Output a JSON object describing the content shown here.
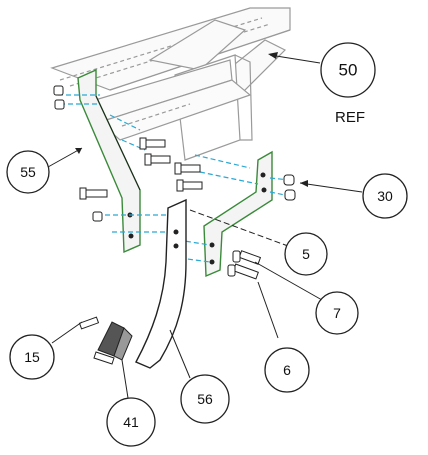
{
  "callouts": {
    "c50": "50",
    "c55": "55",
    "c30": "30",
    "c5": "5",
    "c7": "7",
    "c6": "6",
    "c15": "15",
    "c56": "56",
    "c41": "41"
  },
  "ref_label": "REF",
  "colors": {
    "line": "#222222",
    "frame": "#9a9a9a",
    "bracket_fill": "#f2f2f2",
    "green_outline": "#3a8a3a",
    "cyan_dash": "#2aa9d4",
    "shank_fill": "#ffffff"
  }
}
